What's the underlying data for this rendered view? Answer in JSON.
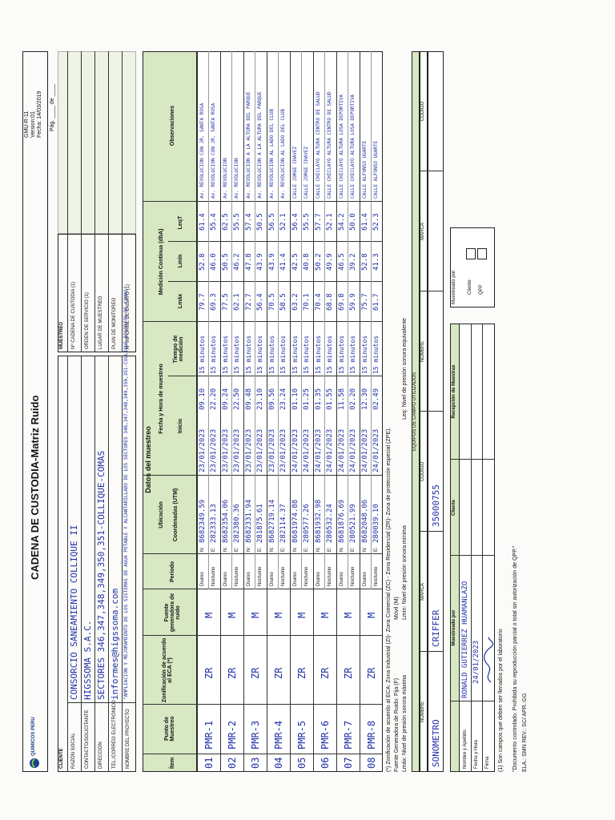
{
  "header": {
    "logo_text": "QUIMICOS PERU",
    "title": "CADENA DE CUSTODIA-Matriz Ruido",
    "doc_code": "GMU-R-11",
    "version": "Version:01",
    "fecha": "Fecha: 14/03/2019",
    "pag_label": "Pág. ____ de ____"
  },
  "cliente": {
    "section_label": "CLIENTE",
    "fields": [
      {
        "label": "RAZÓN SOCIAL",
        "value": "CONSORCIO SANEAMIENTO COLLIQUE II"
      },
      {
        "label": "CONTACTO/SOLICITANTE",
        "value": "HIGSSOMA S.A.C."
      },
      {
        "label": "DIRECCIÓN",
        "value": "SECTORES 346,347,348,349,350,351-COLLIQUE-COMAS"
      },
      {
        "label": "TEL./CORREO ELECTRÓNICO",
        "value": "informes@higssoma.com"
      },
      {
        "label": "NOMBRE DEL PROYECTO",
        "value": "\"AMPLIACION Y MEJORAMIENTO DE LOS SISTEMAS DE AGUA POTABLE Y ALCANTARILLADO DE LOS SECTORES 346,347,348,349,350,351-COLLIQUE-DISTRITO DE COMAS\""
      }
    ]
  },
  "muestreo": {
    "section_label": "MUESTREO",
    "fields": [
      "Nº CADENA DE CUSTODIA (1)",
      "ORDEN DE SERVICIO (1)",
      "LUGAR DE MUESTREO",
      "PLAN DE MONITOREO",
      "Nº INFORME DE ENSAYO (1)"
    ]
  },
  "table": {
    "datos_label": "Datos del muestreo",
    "headers": {
      "item": "Ítem",
      "punto": "Punto de Muestreo",
      "zonif": "Zonificación de acuerdo al ECA (*)",
      "fuente": "Fuente generadora de ruido",
      "periodo": "Periodo",
      "ubicacion": "Ubicación",
      "coord": "Coordenadas (UTM)",
      "fecha_hora": "Fecha y Hora de muestreo",
      "inicio": "Inicio",
      "tiempo": "Tiempo de medición",
      "medicion": "Medición Continua (dbA)",
      "lmax": "Lmáx",
      "lmin": "Lmín",
      "leqt": "LeqT",
      "obs": "Observaciones"
    },
    "rows": [
      {
        "item": "01",
        "punto": "PMR-1",
        "zona": "ZR",
        "fuente": "M",
        "coord_n": "8682349.59",
        "coord_e": "282333.13",
        "d": {
          "f": "23/01/2023",
          "h": "09.10",
          "t": "15 minutos",
          "lmax": "79.7",
          "lmin": "52.8",
          "leq": "61.4",
          "obs": "Av. REVOLUCION CON JR. SANTA ROSA"
        },
        "n": {
          "f": "23/01/2023",
          "h": "22.20",
          "t": "15 minutos",
          "lmax": "69.3",
          "lmin": "46.0",
          "leq": "55.4",
          "obs": "Av. REVOLUCION CON JR. SANTA ROSA"
        }
      },
      {
        "item": "02",
        "punto": "PMR-2",
        "zona": "ZR",
        "fuente": "M",
        "coord_n": "8682354.06",
        "coord_e": "282380.36",
        "d": {
          "f": "23/01/2023",
          "h": "09.24",
          "t": "15 minutos",
          "lmax": "77.5",
          "lmin": "50.5",
          "leq": "62.5",
          "obs": "Av. REVOLUCION"
        },
        "n": {
          "f": "23/01/2023",
          "h": "22.50",
          "t": "15 minutos",
          "lmax": "62.1",
          "lmin": "46.2",
          "leq": "55.5",
          "obs": "Av. REVOLUCION"
        }
      },
      {
        "item": "03",
        "punto": "PMR-3",
        "zona": "ZR",
        "fuente": "M",
        "coord_n": "8682331.94",
        "coord_e": "281875.61",
        "d": {
          "f": "23/01/2023",
          "h": "09.48",
          "t": "15 minutos",
          "lmax": "72.7",
          "lmin": "47.8",
          "leq": "57.4",
          "obs": "Av. REVOLUCION A LA ALTURA DEL PARQUE"
        },
        "n": {
          "f": "23/01/2023",
          "h": "23.10",
          "t": "15 minutos",
          "lmax": "56.4",
          "lmin": "43.9",
          "leq": "50.5",
          "obs": "Av. REVOLUCION A LA ALTURA DEL PARQUE"
        }
      },
      {
        "item": "04",
        "punto": "PMR-4",
        "zona": "ZR",
        "fuente": "M",
        "coord_n": "8682719.14",
        "coord_e": "282114.37",
        "d": {
          "f": "23/01/2023",
          "h": "09.56",
          "t": "15 minutos",
          "lmax": "70.5",
          "lmin": "43.9",
          "leq": "56.5",
          "obs": "Av. REVOLUCION AL LADO DEL CLUB"
        },
        "n": {
          "f": "23/01/2023",
          "h": "23.24",
          "t": "15 minutos",
          "lmax": "58.5",
          "lmin": "41.4",
          "leq": "52.1",
          "obs": "Av. REVOLUCION AL LADO DEL CLUB"
        }
      },
      {
        "item": "05",
        "punto": "PMR-5",
        "zona": "ZR",
        "fuente": "M",
        "coord_n": "8681974.88",
        "coord_e": "280577.26",
        "d": {
          "f": "24/01/2023",
          "h": "01.10",
          "t": "15 minutos",
          "lmax": "63.2",
          "lmin": "42.5",
          "leq": "56.4",
          "obs": "CALLE JORGE CHAVEZ"
        },
        "n": {
          "f": "24/01/2023",
          "h": "01.25",
          "t": "15 minutos",
          "lmax": "70.1",
          "lmin": "40.8",
          "leq": "55.5",
          "obs": "CALLE JORGE CHAVEZ"
        }
      },
      {
        "item": "06",
        "punto": "PMR-6",
        "zona": "ZR",
        "fuente": "M",
        "coord_n": "8681932.98",
        "coord_e": "280532.24",
        "d": {
          "f": "24/01/2023",
          "h": "01.35",
          "t": "15 minutos",
          "lmax": "70.4",
          "lmin": "50.2",
          "leq": "57.7",
          "obs": "CALLE CHICLAYO ALTURA CENTRO DE SALUD"
        },
        "n": {
          "f": "24/01/2023",
          "h": "01.55",
          "t": "15 minutos",
          "lmax": "68.8",
          "lmin": "49.9",
          "leq": "52.1",
          "obs": "CALLE CHICLAYO ALTURA CENTRO DE SALUD"
        }
      },
      {
        "item": "07",
        "punto": "PMR-7",
        "zona": "ZR",
        "fuente": "M",
        "coord_n": "8681876.69",
        "coord_e": "280521.99",
        "d": {
          "f": "24/01/2023",
          "h": "11.58",
          "t": "15 minutos",
          "lmax": "69.8",
          "lmin": "46.5",
          "leq": "54.2",
          "obs": "CALLE CHICLAYO ALTURA LOSA DEPORTIVA"
        },
        "n": {
          "f": "24/01/2023",
          "h": "02.20",
          "t": "15 minutos",
          "lmax": "59.9",
          "lmin": "39.2",
          "leq": "50.0",
          "obs": "CALLE CHICLAYO ALTURA LOSA DEPORTIVA"
        }
      },
      {
        "item": "08",
        "punto": "PMR-8",
        "zona": "ZR",
        "fuente": "M",
        "coord_n": "8682048.06",
        "coord_e": "280039.10",
        "d": {
          "f": "24/01/2023",
          "h": "12.30",
          "t": "15 minutos",
          "lmax": "75.7",
          "lmin": "52.8",
          "leq": "61.4",
          "obs": "CALLE ALFONSO UGARTE"
        },
        "n": {
          "f": "24/01/2023",
          "h": "02.49",
          "t": "15 minutos",
          "lmax": "61.7",
          "lmin": "41.3",
          "leq": "52.3",
          "obs": "CALLE ALFONSO UGARTE"
        }
      }
    ]
  },
  "notes": {
    "zonif": "(*) Zonificación de acuerdo al ECA: Zona Industrial (ZI)- Zona Comercial (ZC) - Zona Residencial (ZR)- Zona de protección especial (ZPE).",
    "fuente": "Fuente Generadora de Ruido: Fija (F)",
    "movil": "Móvil (M)",
    "lmax": "Lmáx: Nivel de presión sonora máxima",
    "lmin": "Lmín: Nivel de presión sonora mínima",
    "leq": "Leq: Nivel de presión sonora equivalente"
  },
  "equipos": {
    "label": "EQUIPOS DE CAMPO UTILIZADOS",
    "cols": [
      "NOMBRE",
      "MARCA",
      "CÓDIGO",
      "NOMBRE",
      "MARCA",
      "CÓDIGO"
    ],
    "row": {
      "nombre": "SONOMETRO",
      "marca": "CRIFFER",
      "codigo": "35000755"
    }
  },
  "firmas": {
    "muestreado_por": "Muestreado por",
    "cliente": "Cliente",
    "recepcion": "Recepción de Muestras",
    "rows": [
      "Nombre y Apellido",
      "Fecha y Hora",
      "Firma"
    ],
    "nombre_val": "RONALD GUTIERREZ HUAMANLAZO",
    "fecha_val": "24/01/2023",
    "muestreado_box": "Muestreado por:",
    "cliente_opt": "Cliente",
    "qpp_opt": "QPP"
  },
  "footer": {
    "note1": "(1) Son campos que deben ser llenados por el laboratorio",
    "note2": "\"Documento controlado. Prohibida su reproducción parcial o total sin autorización de QPP.\"",
    "note3": "ELA.: SMN REV.: SC/ APR.:GG"
  },
  "labels": {
    "diurno": "Diurno",
    "nocturno": "Nocturno",
    "n_prefix": "N:",
    "e_prefix": "E:"
  }
}
